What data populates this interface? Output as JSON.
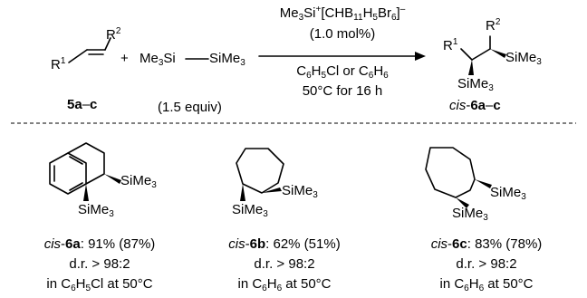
{
  "scheme": {
    "substrate": {
      "r1_base": "R",
      "r1_sup": "1",
      "r2_base": "R",
      "r2_sup": "2",
      "label_num": "5a",
      "label_dash": "–",
      "label_end": "c"
    },
    "plus": "+",
    "reagent": {
      "left": "Me",
      "left_sub": "3",
      "left_tail": "Si",
      "right": "SiMe",
      "right_sub": "3",
      "equiv": "(1.5 equiv)"
    },
    "catalyst": {
      "p1": "Me",
      "p1_sub": "3",
      "p2": "Si",
      "p2_sup": "+",
      "p3": "[CHB",
      "p3_sub": "11",
      "p4": "H",
      "p4_sub": "5",
      "p5": "Br",
      "p5_sub": "6",
      "p6": "]",
      "p6_sup": "–",
      "loading": "(1.0 mol%)"
    },
    "solvent": {
      "a": "C",
      "a_sub1": "6",
      "a_mid": "H",
      "a_sub2": "5",
      "a_tail": "Cl or C",
      "b_sub1": "6",
      "b_mid": "H",
      "b_sub2": "6"
    },
    "conditions": "50°C for 16 h",
    "product": {
      "r1_base": "R",
      "r1_sup": "1",
      "r2_base": "R",
      "r2_sup": "2",
      "si_a": "SiMe",
      "si_a_sub": "3",
      "si_b": "SiMe",
      "si_b_sub": "3",
      "label_prefix": "cis",
      "label_sep": "-",
      "label_num": "6a",
      "label_dash": "–",
      "label_end": "c"
    }
  },
  "examples": [
    {
      "si_top": "SiMe",
      "si_top_sub": "3",
      "si_bottom": "SiMe",
      "si_bottom_sub": "3",
      "prefix": "cis",
      "sep": "-",
      "compound": "6a",
      "yield": ": 91% (87%)",
      "dr": "d.r. > 98:2",
      "cond_pre": "in C",
      "cond_sub1": "6",
      "cond_mid": "H",
      "cond_sub2": "5",
      "cond_tail": "Cl at 50°C"
    },
    {
      "si_top": "SiMe",
      "si_top_sub": "3",
      "si_bottom": "SiMe",
      "si_bottom_sub": "3",
      "prefix": "cis",
      "sep": "-",
      "compound": "6b",
      "yield": ": 62% (51%)",
      "dr": "d.r. > 98:2",
      "cond_pre": "in C",
      "cond_sub1": "6",
      "cond_mid": "H",
      "cond_sub2": "6",
      "cond_tail": " at 50°C"
    },
    {
      "si_top": "SiMe",
      "si_top_sub": "3",
      "si_bottom": "SiMe",
      "si_bottom_sub": "3",
      "prefix": "cis",
      "sep": "-",
      "compound": "6c",
      "yield": ": 83% (78%)",
      "dr": "d.r. > 98:2",
      "cond_pre": "in C",
      "cond_sub1": "6",
      "cond_mid": "H",
      "cond_sub2": "6",
      "cond_tail": " at 50°C"
    }
  ]
}
